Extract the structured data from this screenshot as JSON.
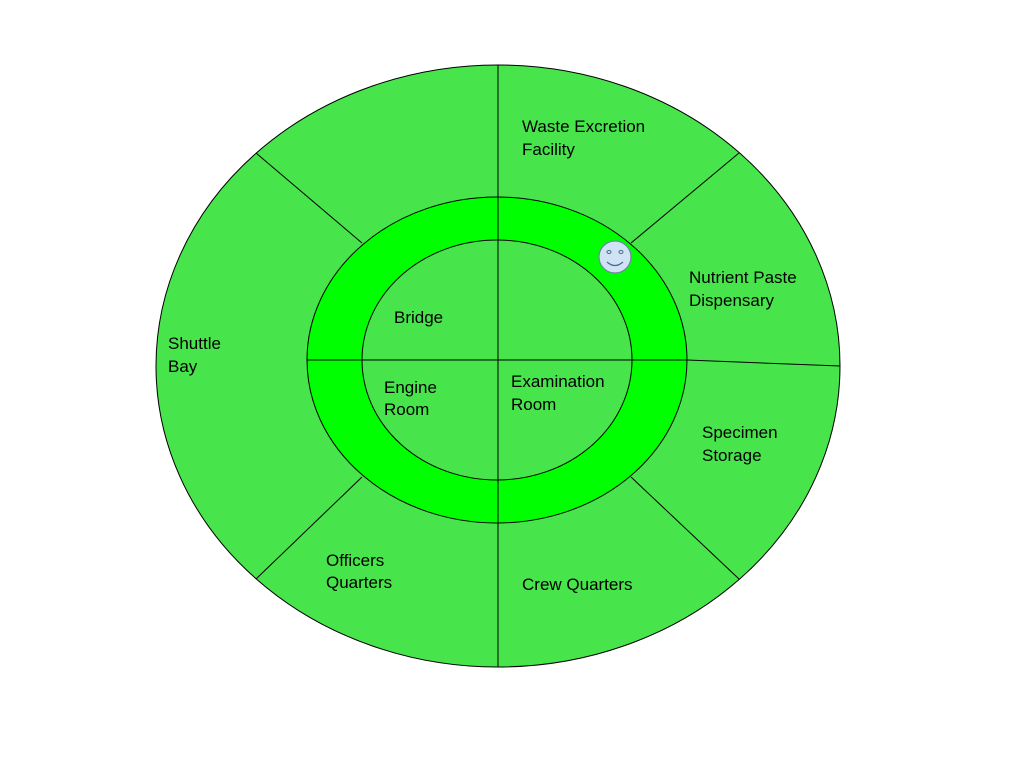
{
  "diagram": {
    "colors": {
      "outer_fill": "#48e44c",
      "corridor_fill": "#00ff00",
      "inner_fill": "#48e44c",
      "stroke": "#000000",
      "avatar_fill": "#cfe3f5",
      "avatar_stroke": "#6b87a3"
    },
    "outer_rooms": {
      "waste": [
        "Waste Excretion",
        "Facility"
      ],
      "nutrient": [
        "Nutrient Paste",
        "Dispensary"
      ],
      "specimen": [
        "Specimen",
        "Storage"
      ],
      "crew": [
        "Crew Quarters"
      ],
      "officers": [
        "Officers",
        "Quarters"
      ],
      "shuttle": [
        "Shuttle",
        "Bay"
      ]
    },
    "inner_rooms": {
      "bridge": [
        "Bridge"
      ],
      "engine": [
        "Engine",
        "Room"
      ],
      "examination": [
        "Examination",
        "Room"
      ]
    },
    "avatar_icon": "smiley-face-icon"
  }
}
